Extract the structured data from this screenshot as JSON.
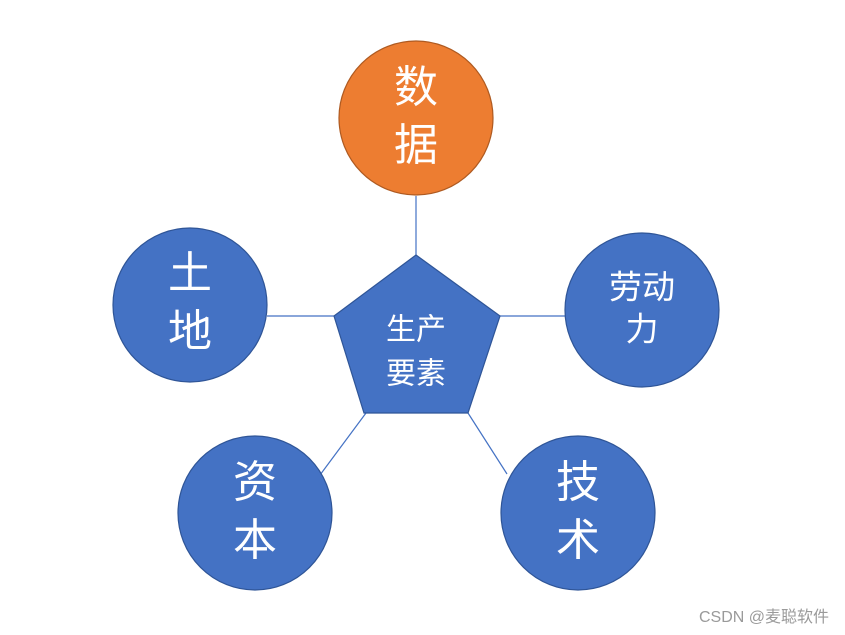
{
  "center": {
    "line1": "生产",
    "line2": "要素"
  },
  "nodes": {
    "data": {
      "line1": "数",
      "line2": "据"
    },
    "land": {
      "line1": "土",
      "line2": "地"
    },
    "labor": {
      "line1": "劳动",
      "line2": "力"
    },
    "capital": {
      "line1": "资",
      "line2": "本"
    },
    "technology": {
      "line1": "技",
      "line2": "术"
    }
  },
  "colors": {
    "highlight_fill": "#ed7d31",
    "highlight_stroke": "#ae5a21",
    "node_fill": "#4472c4",
    "node_stroke": "#2f5597",
    "text": "#ffffff"
  },
  "watermark": "CSDN @麦聪软件"
}
